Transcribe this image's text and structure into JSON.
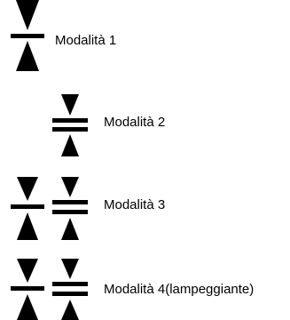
{
  "modes": [
    {
      "label": "Modalità 1",
      "icons": [
        "single-bar-icon"
      ]
    },
    {
      "label": "Modalità 2",
      "icons": [
        "double-bar-icon"
      ]
    },
    {
      "label": "Modalità 3",
      "icons": [
        "single-bar-icon",
        "double-bar-icon"
      ]
    },
    {
      "label": "Modalità 4(lampeggiante)",
      "icons": [
        "single-bar-icon",
        "double-bar-icon"
      ]
    }
  ],
  "colors": {
    "symbol": "#000000",
    "text": "#000000",
    "background": "#ffffff"
  }
}
